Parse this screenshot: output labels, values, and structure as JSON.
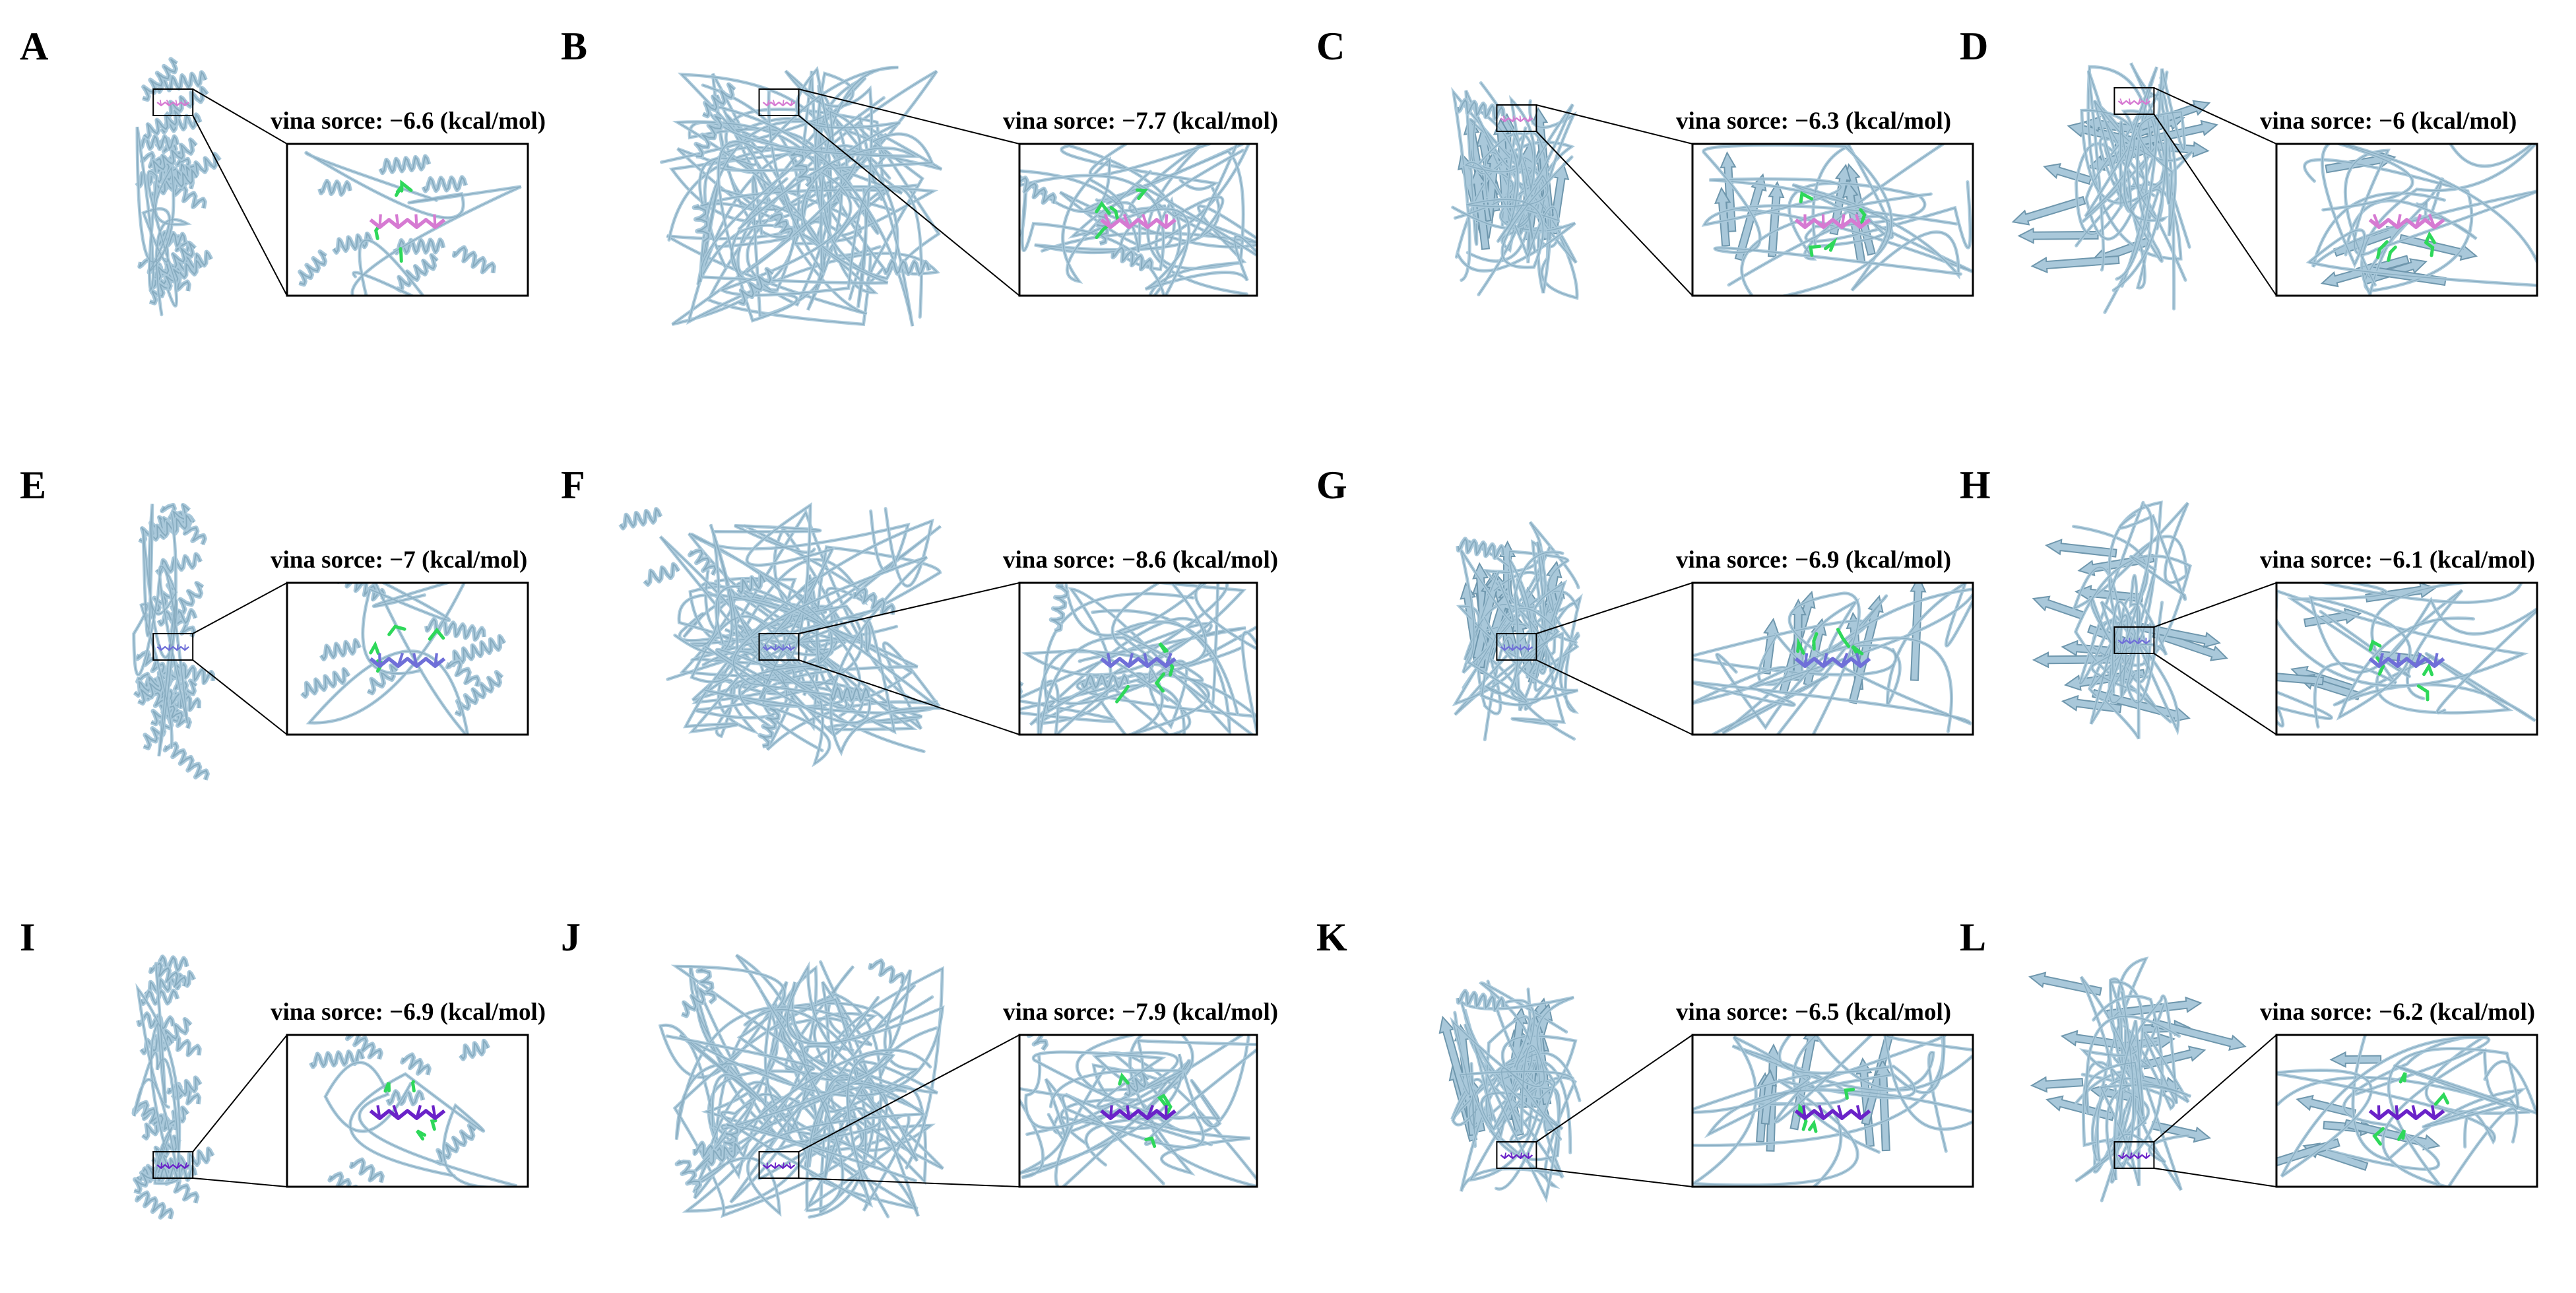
{
  "colors": {
    "protein": "#a9c8da",
    "protein_dark": "#6f97ad",
    "ligand_row1": "#d67ad2",
    "ligand_row2": "#6f6fd8",
    "ligand_row3": "#6a22c8",
    "residue": "#2ed85a",
    "frame": "#000000"
  },
  "panels": [
    {
      "letter": "A",
      "score": "vina sorce: −6.6 (kcal/mol)",
      "shape": "helical",
      "ligand": "ligand_row1"
    },
    {
      "letter": "B",
      "score": "vina sorce: −7.7 (kcal/mol)",
      "shape": "loops",
      "ligand": "ligand_row1"
    },
    {
      "letter": "C",
      "score": "vina sorce: −6.3 (kcal/mol)",
      "shape": "barrel",
      "ligand": "ligand_row1"
    },
    {
      "letter": "D",
      "score": "vina sorce: −6 (kcal/mol)",
      "shape": "sheet",
      "ligand": "ligand_row1"
    },
    {
      "letter": "E",
      "score": "vina sorce: −7 (kcal/mol)",
      "shape": "helical",
      "ligand": "ligand_row2"
    },
    {
      "letter": "F",
      "score": "vina sorce: −8.6 (kcal/mol)",
      "shape": "loops",
      "ligand": "ligand_row2"
    },
    {
      "letter": "G",
      "score": "vina sorce: −6.9 (kcal/mol)",
      "shape": "barrel",
      "ligand": "ligand_row2"
    },
    {
      "letter": "H",
      "score": "vina sorce: −6.1 (kcal/mol)",
      "shape": "sheet",
      "ligand": "ligand_row2"
    },
    {
      "letter": "I",
      "score": "vina sorce: −6.9 (kcal/mol)",
      "shape": "helical",
      "ligand": "ligand_row3"
    },
    {
      "letter": "J",
      "score": "vina sorce: −7.9 (kcal/mol)",
      "shape": "loops",
      "ligand": "ligand_row3"
    },
    {
      "letter": "K",
      "score": "vina sorce: −6.5 (kcal/mol)",
      "shape": "barrel",
      "ligand": "ligand_row3"
    },
    {
      "letter": "L",
      "score": "vina sorce: −6.2 (kcal/mol)",
      "shape": "sheet",
      "ligand": "ligand_row3"
    }
  ]
}
